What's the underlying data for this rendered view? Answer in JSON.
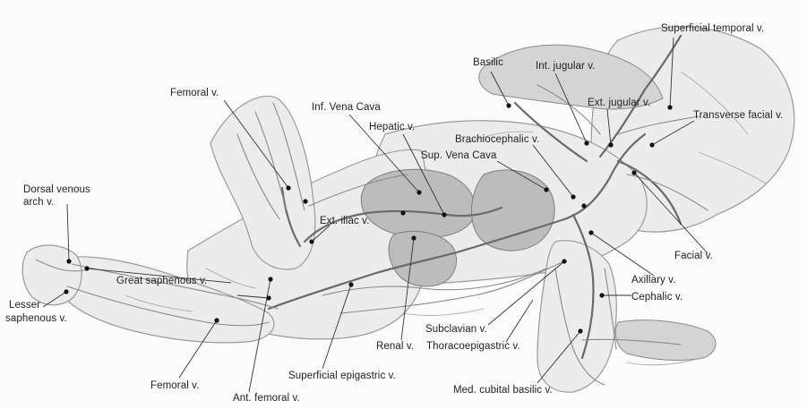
{
  "labels": {
    "superficial_temporal": "Superficial temporal v.",
    "basilic": "Basilic",
    "int_jugular": "Int. jugular v.",
    "ext_jugular": "Ext. jugular v.",
    "transverse_facial": "Transverse facial v.",
    "femoral_top": "Femoral v.",
    "inf_vena_cava": "Inf. Vena Cava",
    "hepatic": "Hepatic v.",
    "brachiocephalic": "Brachiocephalic v.",
    "sup_vena_cava": "Sup. Vena Cava",
    "dorsal_venous_1": "Dorsal venous",
    "dorsal_venous_2": "arch v.",
    "ext_iliac": "Ext. iliac v.",
    "great_saphenous": "Great saphenous v.",
    "lesser_saphenous_1": "Lesser",
    "lesser_saphenous_2": "saphenous v.",
    "facial": "Facial v.",
    "axillary": "Axillary v.",
    "cephalic": "Cephalic v.",
    "subclavian": "Subclavian v.",
    "renal": "Renal v.",
    "thoracoepigastric": "Thoracoepigastric v.",
    "femoral_bottom": "Femoral v.",
    "superficial_epigastric": "Superficial epigastric v.",
    "ant_femoral": "Ant. femoral v.",
    "med_cubital_basilic": "Med. cubital basilic v."
  }
}
